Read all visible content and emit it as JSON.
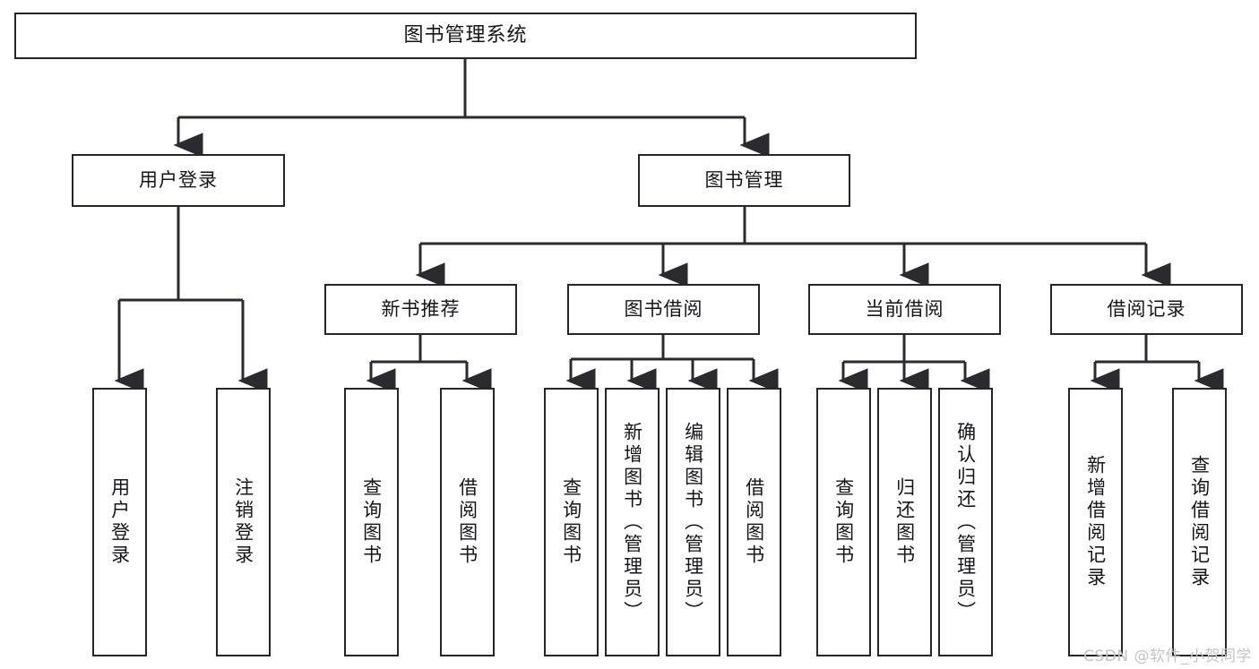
{
  "diagram": {
    "title": "图书管理系统",
    "type": "tree-hierarchy",
    "watermark": "CSDN @软件_小贺同学",
    "colors": {
      "box_border": "#26262a",
      "box_fill": "#ffffff",
      "connector": "#2b2b2f",
      "text": "#16161a",
      "watermark": "#c4c4c4"
    },
    "root": {
      "label": "图书管理系统"
    },
    "level2": [
      {
        "label": "用户登录"
      },
      {
        "label": "图书管理"
      }
    ],
    "level3": [
      {
        "label": "新书推荐"
      },
      {
        "label": "图书借阅"
      },
      {
        "label": "当前借阅"
      },
      {
        "label": "借阅记录"
      }
    ],
    "leaves": {
      "user_login": [
        {
          "label": "用户登录"
        },
        {
          "label": "注销登录"
        }
      ],
      "new_book": [
        {
          "label": "查询图书"
        },
        {
          "label": "借阅图书"
        }
      ],
      "book_borrow": [
        {
          "label": "查询图书"
        },
        {
          "label": "新增图书（管理员）"
        },
        {
          "label": "编辑图书（管理员）"
        },
        {
          "label": "借阅图书"
        }
      ],
      "current_borrow": [
        {
          "label": "查询图书"
        },
        {
          "label": "归还图书"
        },
        {
          "label": "确认归还（管理员）"
        }
      ],
      "borrow_record": [
        {
          "label": "新增借阅记录"
        },
        {
          "label": "查询借阅记录"
        }
      ]
    }
  }
}
